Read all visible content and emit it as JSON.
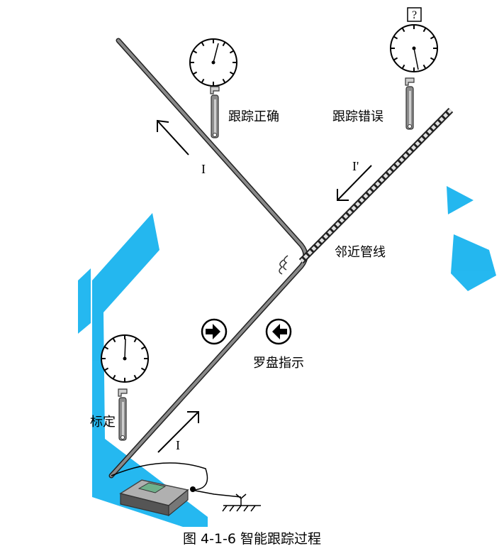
{
  "labels": {
    "track_correct": "跟踪正确",
    "track_error": "跟踪错误",
    "adjacent_pipe": "邻近管线",
    "compass_indication": "罗盘指示",
    "calibration": "标定",
    "current_main": "I",
    "current_adjacent": "I'",
    "current_bottom": "I",
    "unknown_mark": "?"
  },
  "caption": "图 4-1-6 智能跟踪过程",
  "colors": {
    "watermark": "#19b4ef",
    "pipe": "#8a8a8a",
    "ink": "#000000"
  }
}
